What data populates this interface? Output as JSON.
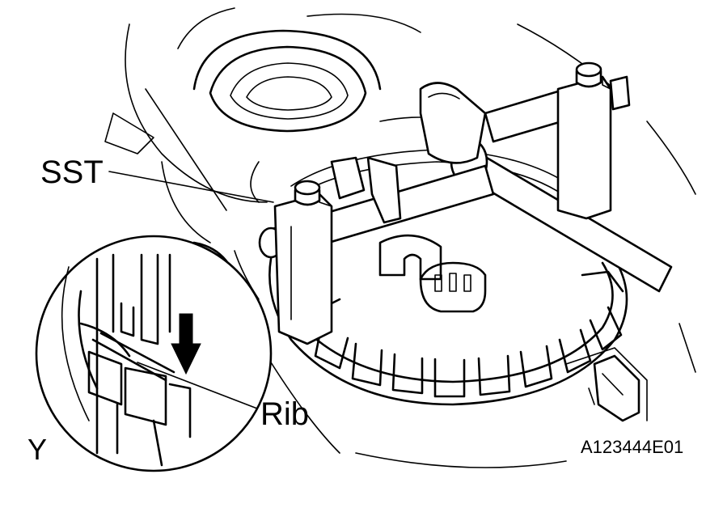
{
  "labels": {
    "sst": "SST",
    "rib": "Rib",
    "view": "Y",
    "figure_code": "A123444E01"
  },
  "colors": {
    "line": "#000000",
    "background": "#ffffff"
  }
}
